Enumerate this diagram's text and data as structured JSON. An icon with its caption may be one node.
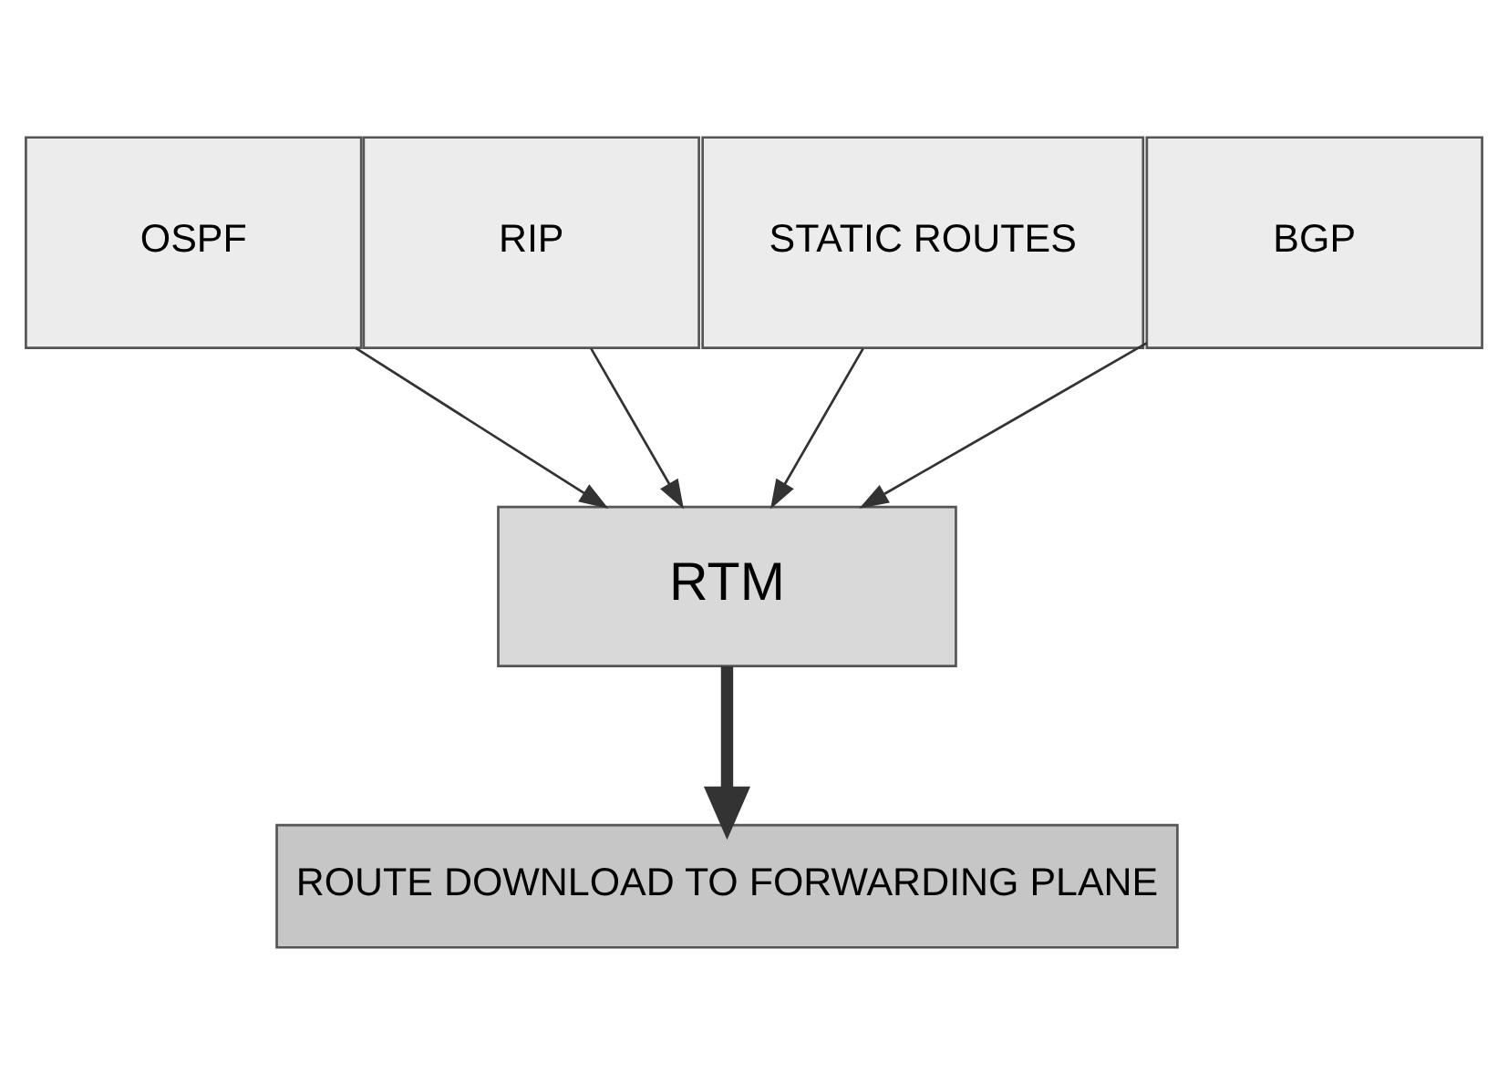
{
  "diagram": {
    "nodes": [
      {
        "text": [
          "OSPF"
        ]
      },
      {
        "text": [
          "RIP"
        ]
      },
      {
        "text": [
          "STATIC ROUTES"
        ]
      },
      {
        "text": [
          "BGP"
        ]
      },
      {
        "text": [
          "RTM"
        ]
      },
      {
        "text": [
          "ROUTE DOWNLOAD TO FORWARDING PLANE"
        ]
      }
    ],
    "edges": [
      {
        "from": 0,
        "to": 4,
        "arrow": "to"
      },
      {
        "from": 1,
        "to": 4,
        "arrow": "to"
      },
      {
        "from": 2,
        "to": 4,
        "arrow": "to"
      },
      {
        "from": 3,
        "to": 4,
        "arrow": "to"
      },
      {
        "from": 4,
        "to": 5,
        "arrow": "to",
        "style": "thick"
      }
    ]
  }
}
